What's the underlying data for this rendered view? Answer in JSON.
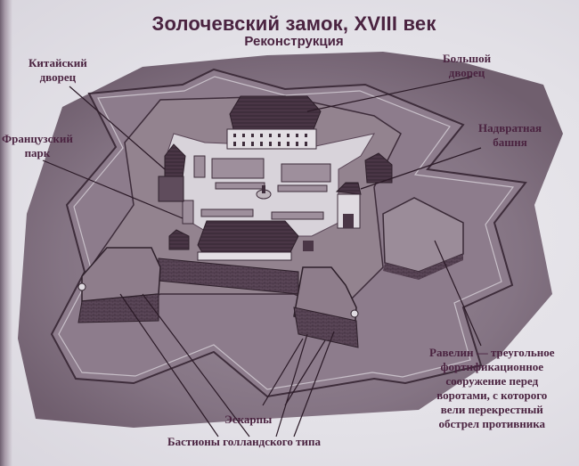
{
  "header": {
    "title": "Золочевский замок, XVIII век",
    "subtitle": "Реконструкция"
  },
  "labels": {
    "chinese_palace": [
      "Китайский",
      "дворец"
    ],
    "french_park": [
      "Французский",
      "парк"
    ],
    "great_palace": [
      "Большой",
      "дворец"
    ],
    "gate_tower": [
      "Надвратная",
      "башня"
    ],
    "ravelin": [
      "Равелин — треугольное",
      "фортификационное",
      "сооружение перед",
      "воротами, с которого",
      "вели перекрестный",
      "обстрел противника"
    ],
    "escarps": "Эскарпы",
    "bastions": "Бастионы голландского типа"
  },
  "colors": {
    "ink": "#4a2340",
    "ground": "#8a7a89",
    "wall_dark": "#4b3a48",
    "courtyard": "#d8d3da",
    "paper": "#e4e2e8"
  }
}
